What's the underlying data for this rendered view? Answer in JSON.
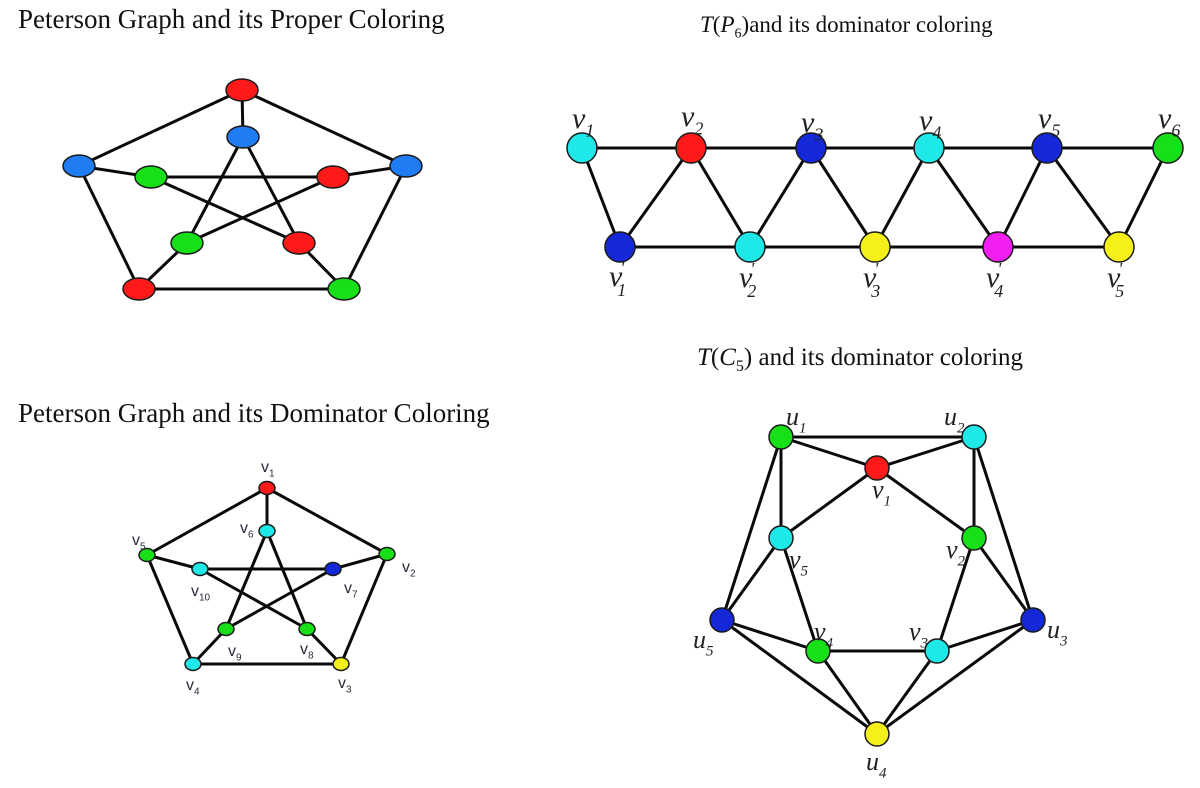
{
  "colors": {
    "red": "#ff1a1a",
    "blue": "#1f7cf2",
    "green": "#18e018",
    "cyan": "#1ee8e8",
    "navy": "#1428d8",
    "yellow": "#f5f01a",
    "magenta": "#f21ef2",
    "edge": "#0a0a0a"
  },
  "panels": [
    {
      "id": "petersen-proper",
      "title": "Peterson Graph and its Proper Coloring",
      "nodes": [
        {
          "id": "o1",
          "color": "red"
        },
        {
          "id": "o2",
          "color": "blue"
        },
        {
          "id": "o3",
          "color": "green"
        },
        {
          "id": "o4",
          "color": "red"
        },
        {
          "id": "o5",
          "color": "blue"
        },
        {
          "id": "i1",
          "color": "blue"
        },
        {
          "id": "i2",
          "color": "red"
        },
        {
          "id": "i3",
          "color": "red"
        },
        {
          "id": "i4",
          "color": "green"
        },
        {
          "id": "i5",
          "color": "green"
        }
      ],
      "edges": [
        [
          "o1",
          "o2"
        ],
        [
          "o2",
          "o3"
        ],
        [
          "o3",
          "o4"
        ],
        [
          "o4",
          "o5"
        ],
        [
          "o5",
          "o1"
        ],
        [
          "o1",
          "i1"
        ],
        [
          "o2",
          "i2"
        ],
        [
          "o3",
          "i3"
        ],
        [
          "o4",
          "i4"
        ],
        [
          "o5",
          "i5"
        ],
        [
          "i1",
          "i3"
        ],
        [
          "i3",
          "i5"
        ],
        [
          "i5",
          "i2"
        ],
        [
          "i2",
          "i4"
        ],
        [
          "i4",
          "i1"
        ]
      ]
    },
    {
      "id": "tp6-dominator",
      "title_prefix": "T",
      "title_paren_open": "(",
      "title_var": "P",
      "title_sub": "6",
      "title_paren_close": ")",
      "title_rest": "and its dominator coloring",
      "nodes": [
        {
          "id": "v1",
          "label": "v",
          "sub": "1",
          "prime": "",
          "color": "cyan"
        },
        {
          "id": "v2",
          "label": "v",
          "sub": "2",
          "prime": "",
          "color": "red"
        },
        {
          "id": "v3",
          "label": "v",
          "sub": "3",
          "prime": "",
          "color": "navy"
        },
        {
          "id": "v4",
          "label": "v",
          "sub": "4",
          "prime": "",
          "color": "cyan"
        },
        {
          "id": "v5",
          "label": "v",
          "sub": "5",
          "prime": "",
          "color": "navy"
        },
        {
          "id": "v6",
          "label": "v",
          "sub": "6",
          "prime": "",
          "color": "green"
        },
        {
          "id": "w1",
          "label": "v",
          "sub": "1",
          "prime": "'",
          "color": "navy"
        },
        {
          "id": "w2",
          "label": "v",
          "sub": "2",
          "prime": "'",
          "color": "cyan"
        },
        {
          "id": "w3",
          "label": "v",
          "sub": "3",
          "prime": "'",
          "color": "yellow"
        },
        {
          "id": "w4",
          "label": "v",
          "sub": "4",
          "prime": "'",
          "color": "magenta"
        },
        {
          "id": "w5",
          "label": "v",
          "sub": "5",
          "prime": "'",
          "color": "yellow"
        }
      ],
      "edges": [
        [
          "v1",
          "v2"
        ],
        [
          "v2",
          "v3"
        ],
        [
          "v3",
          "v4"
        ],
        [
          "v4",
          "v5"
        ],
        [
          "v5",
          "v6"
        ],
        [
          "w1",
          "w2"
        ],
        [
          "w2",
          "w3"
        ],
        [
          "w3",
          "w4"
        ],
        [
          "w4",
          "w5"
        ],
        [
          "v1",
          "w1"
        ],
        [
          "w1",
          "v2"
        ],
        [
          "v2",
          "w2"
        ],
        [
          "w2",
          "v3"
        ],
        [
          "v3",
          "w3"
        ],
        [
          "w3",
          "v4"
        ],
        [
          "v4",
          "w4"
        ],
        [
          "w4",
          "v5"
        ],
        [
          "v5",
          "w5"
        ],
        [
          "w5",
          "v6"
        ]
      ]
    },
    {
      "id": "petersen-dominator",
      "title": "Peterson Graph and its Dominator Coloring",
      "nodes": [
        {
          "id": "v1",
          "label": "v",
          "sub": "1",
          "color": "red"
        },
        {
          "id": "v2",
          "label": "v",
          "sub": "2",
          "color": "green"
        },
        {
          "id": "v3",
          "label": "v",
          "sub": "3",
          "color": "yellow"
        },
        {
          "id": "v4",
          "label": "v",
          "sub": "4",
          "color": "cyan"
        },
        {
          "id": "v5",
          "label": "v",
          "sub": "5",
          "color": "green"
        },
        {
          "id": "v6",
          "label": "v",
          "sub": "6",
          "color": "cyan"
        },
        {
          "id": "v7",
          "label": "v",
          "sub": "7",
          "color": "navy"
        },
        {
          "id": "v8",
          "label": "v",
          "sub": "8",
          "color": "green"
        },
        {
          "id": "v9",
          "label": "v",
          "sub": "9",
          "color": "green"
        },
        {
          "id": "v10",
          "label": "v",
          "sub": "10",
          "color": "cyan"
        }
      ],
      "edges": [
        [
          "v1",
          "v2"
        ],
        [
          "v2",
          "v3"
        ],
        [
          "v3",
          "v4"
        ],
        [
          "v4",
          "v5"
        ],
        [
          "v5",
          "v1"
        ],
        [
          "v1",
          "v6"
        ],
        [
          "v2",
          "v7"
        ],
        [
          "v3",
          "v8"
        ],
        [
          "v4",
          "v9"
        ],
        [
          "v5",
          "v10"
        ],
        [
          "v6",
          "v8"
        ],
        [
          "v8",
          "v10"
        ],
        [
          "v10",
          "v7"
        ],
        [
          "v7",
          "v9"
        ],
        [
          "v9",
          "v6"
        ]
      ]
    },
    {
      "id": "tc5-dominator",
      "title_prefix": "T",
      "title_paren_open": "(",
      "title_var": "C",
      "title_sub": "5",
      "title_paren_close": ")",
      "title_rest": " and its dominator coloring",
      "nodes": [
        {
          "id": "u1",
          "label": "u",
          "sub": "1",
          "color": "green"
        },
        {
          "id": "u2",
          "label": "u",
          "sub": "2",
          "color": "cyan"
        },
        {
          "id": "u3",
          "label": "u",
          "sub": "3",
          "color": "navy"
        },
        {
          "id": "u4",
          "label": "u",
          "sub": "4",
          "color": "yellow"
        },
        {
          "id": "u5",
          "label": "u",
          "sub": "5",
          "color": "navy"
        },
        {
          "id": "v1",
          "label": "v",
          "sub": "1",
          "color": "red"
        },
        {
          "id": "v2",
          "label": "v",
          "sub": "2",
          "color": "green"
        },
        {
          "id": "v3",
          "label": "v",
          "sub": "3",
          "color": "cyan"
        },
        {
          "id": "v4",
          "label": "v",
          "sub": "4",
          "color": "green"
        },
        {
          "id": "v5",
          "label": "v",
          "sub": "5",
          "color": "cyan"
        }
      ],
      "edges": [
        [
          "u1",
          "u2"
        ],
        [
          "u2",
          "u3"
        ],
        [
          "u3",
          "u4"
        ],
        [
          "u4",
          "u5"
        ],
        [
          "u5",
          "u1"
        ],
        [
          "v1",
          "v2"
        ],
        [
          "v2",
          "v3"
        ],
        [
          "v3",
          "v4"
        ],
        [
          "v4",
          "v5"
        ],
        [
          "v5",
          "v1"
        ],
        [
          "u1",
          "v1"
        ],
        [
          "u1",
          "v5"
        ],
        [
          "u2",
          "v1"
        ],
        [
          "u2",
          "v2"
        ],
        [
          "u3",
          "v2"
        ],
        [
          "u3",
          "v3"
        ],
        [
          "u4",
          "v3"
        ],
        [
          "u4",
          "v4"
        ],
        [
          "u5",
          "v4"
        ],
        [
          "u5",
          "v5"
        ]
      ]
    }
  ]
}
